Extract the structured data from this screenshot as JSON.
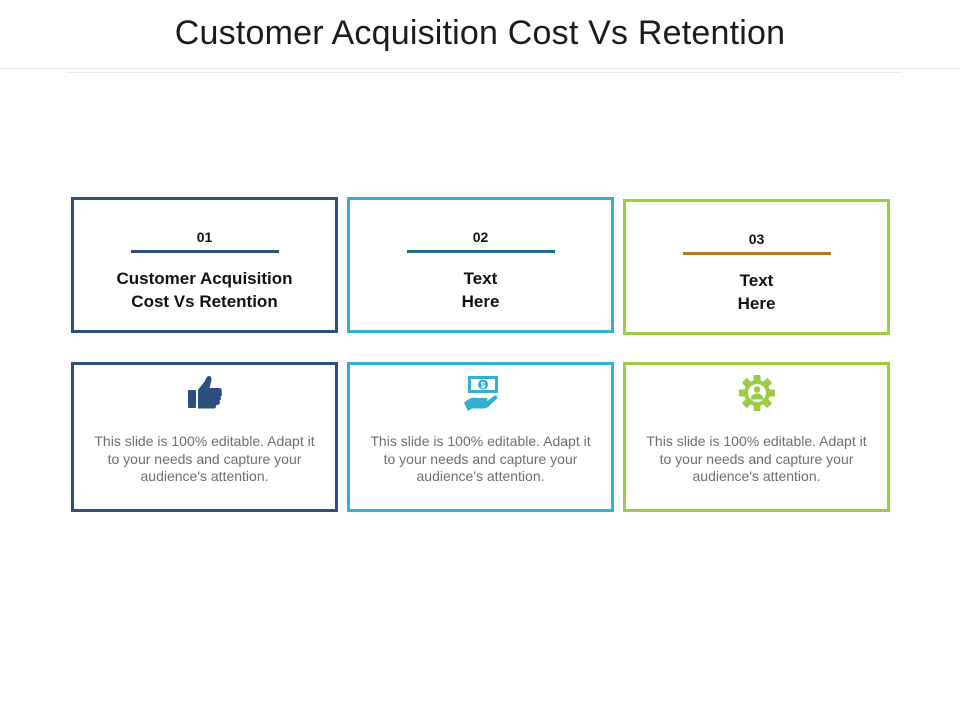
{
  "slide": {
    "title": "Customer Acquisition Cost Vs Retention"
  },
  "colors": {
    "blue_dark": "#2d4f7f",
    "teal": "#33b0d1",
    "green": "#9ccb45",
    "num_bar_1": "#2d4f7f",
    "num_bar_2": "#1f6b8f",
    "num_bar_3": "#b57a21"
  },
  "cards": [
    {
      "number": "01",
      "heading_line1": "Customer Acquisition",
      "heading_line2": "Cost Vs Retention",
      "icon": "thumbs-up-icon",
      "description": "This slide is 100% editable. Adapt it to your needs and capture your audience's attention."
    },
    {
      "number": "02",
      "heading_line1": "Text",
      "heading_line2": "Here",
      "icon": "money-hand-icon",
      "description": "This slide is 100% editable. Adapt it to your needs and capture your audience's attention."
    },
    {
      "number": "03",
      "heading_line1": "Text",
      "heading_line2": "Here",
      "icon": "gear-person-icon",
      "description": "This slide is 100% editable. Adapt it to your needs and capture your audience's attention."
    }
  ]
}
